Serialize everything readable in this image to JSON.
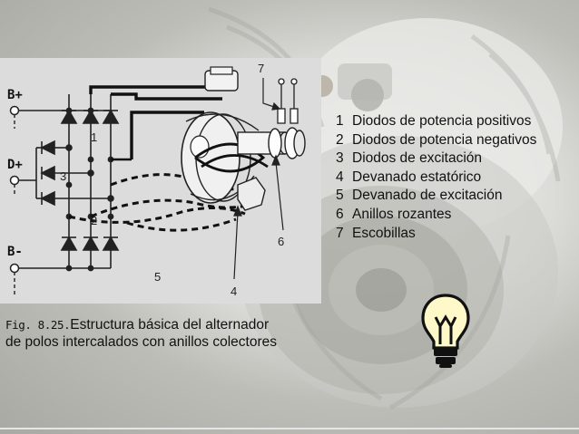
{
  "diagram": {
    "terminals": [
      "B+",
      "D+",
      "B-"
    ],
    "callouts": [
      "1",
      "2",
      "3",
      "4",
      "5",
      "6",
      "7"
    ]
  },
  "legend": [
    {
      "num": "1",
      "text": "Diodos de potencia positivos"
    },
    {
      "num": "2",
      "text": "Diodos de potencia negativos"
    },
    {
      "num": "3",
      "text": "Diodos de excitación"
    },
    {
      "num": "4",
      "text": "Devanado estatórico"
    },
    {
      "num": "5",
      "text": "Devanado de excitación"
    },
    {
      "num": "6",
      "text": "Anillos rozantes"
    },
    {
      "num": "7",
      "text": "Escobillas"
    }
  ],
  "caption": {
    "label": "Fig. 8.25.",
    "line1": "Estructura básica del alternador",
    "line2": "de polos intercalados con anillos colectores"
  },
  "icons": [
    "lightbulb-icon"
  ]
}
